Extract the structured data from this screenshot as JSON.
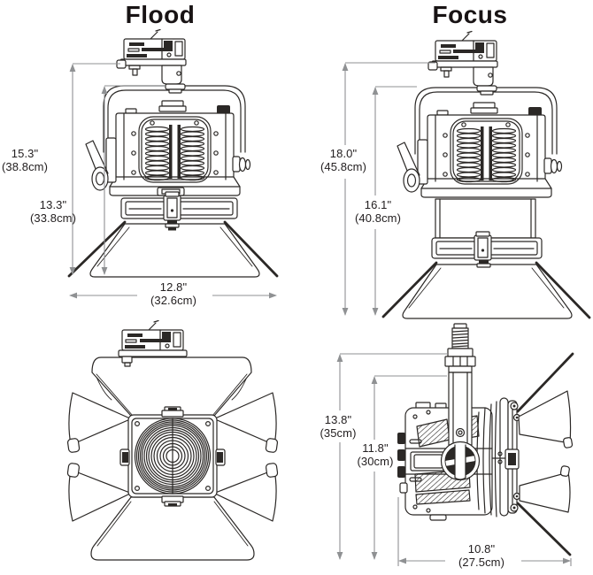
{
  "titles": {
    "flood": "Flood",
    "focus": "Focus"
  },
  "dims": {
    "flood_total": {
      "inches": "15.3\"",
      "metric": "(38.8cm)"
    },
    "flood_body": {
      "inches": "13.3\"",
      "metric": "(33.8cm)"
    },
    "flood_width": {
      "inches": "12.8\"",
      "metric": "(32.6cm)"
    },
    "focus_total": {
      "inches": "18.0\"",
      "metric": "(45.8cm)"
    },
    "focus_body": {
      "inches": "16.1\"",
      "metric": "(40.8cm)"
    },
    "side_total": {
      "inches": "13.8\"",
      "metric": "(35cm)"
    },
    "side_body": {
      "inches": "11.8\"",
      "metric": "(30cm)"
    },
    "side_depth": {
      "inches": "10.8\"",
      "metric": "(27.5cm)"
    }
  },
  "colors": {
    "line": "#2b2826",
    "dimension": "#8f9193",
    "text": "#242021",
    "background": "#ffffff"
  }
}
